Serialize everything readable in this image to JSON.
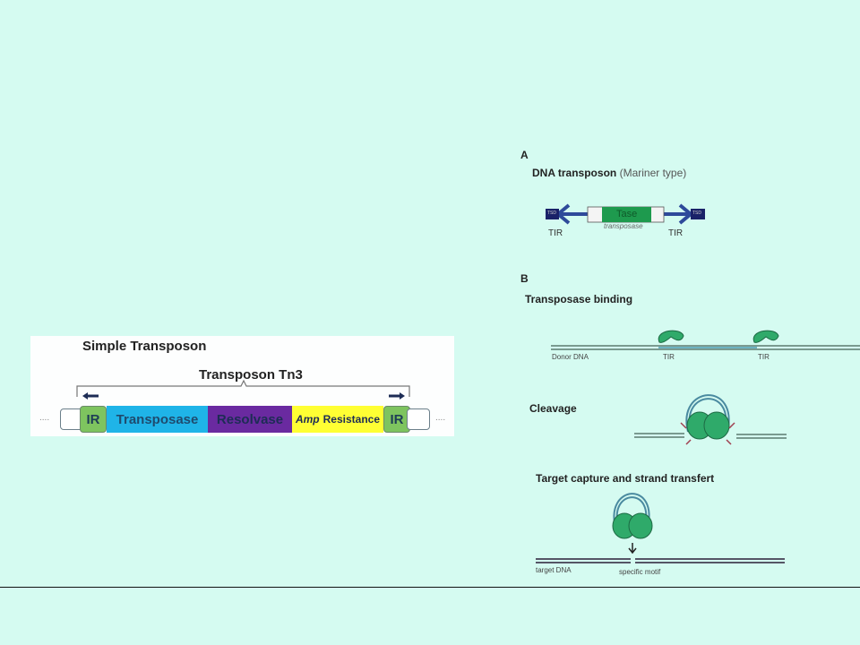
{
  "left_figure": {
    "title": "Simple Transposon",
    "subtitle": "Transposon Tn3",
    "ellipsis": "....",
    "segments": [
      {
        "label": "IR",
        "color": "#7ec45f"
      },
      {
        "label": "Transposase",
        "color": "#1fb4e8"
      },
      {
        "label": "Resolvase",
        "color": "#6a2aa0"
      },
      {
        "label_italic": "Amp",
        "label": "Resistance",
        "color": "#ffff33"
      },
      {
        "label": "IR",
        "color": "#7ec45f"
      }
    ]
  },
  "right_figure": {
    "panel_a": {
      "letter": "A",
      "title_bold": "DNA transposon",
      "title_normal": "(Mariner type)",
      "tsd_label": "TSD",
      "gene_label": "Tase",
      "gene_caption": "transposase",
      "tir_label": "TIR",
      "arrow_color": "#2e4a9a",
      "gene_color": "#1e9a4e"
    },
    "panel_b": {
      "letter": "B",
      "step1": {
        "title": "Transposase binding",
        "dna_label": "Donor DNA",
        "tir_label": "TIR"
      },
      "step2": {
        "title": "Cleavage"
      },
      "step3": {
        "title": "Target capture and strand transfert",
        "dna_label": "target DNA",
        "motif_label": "specific motif"
      }
    }
  }
}
